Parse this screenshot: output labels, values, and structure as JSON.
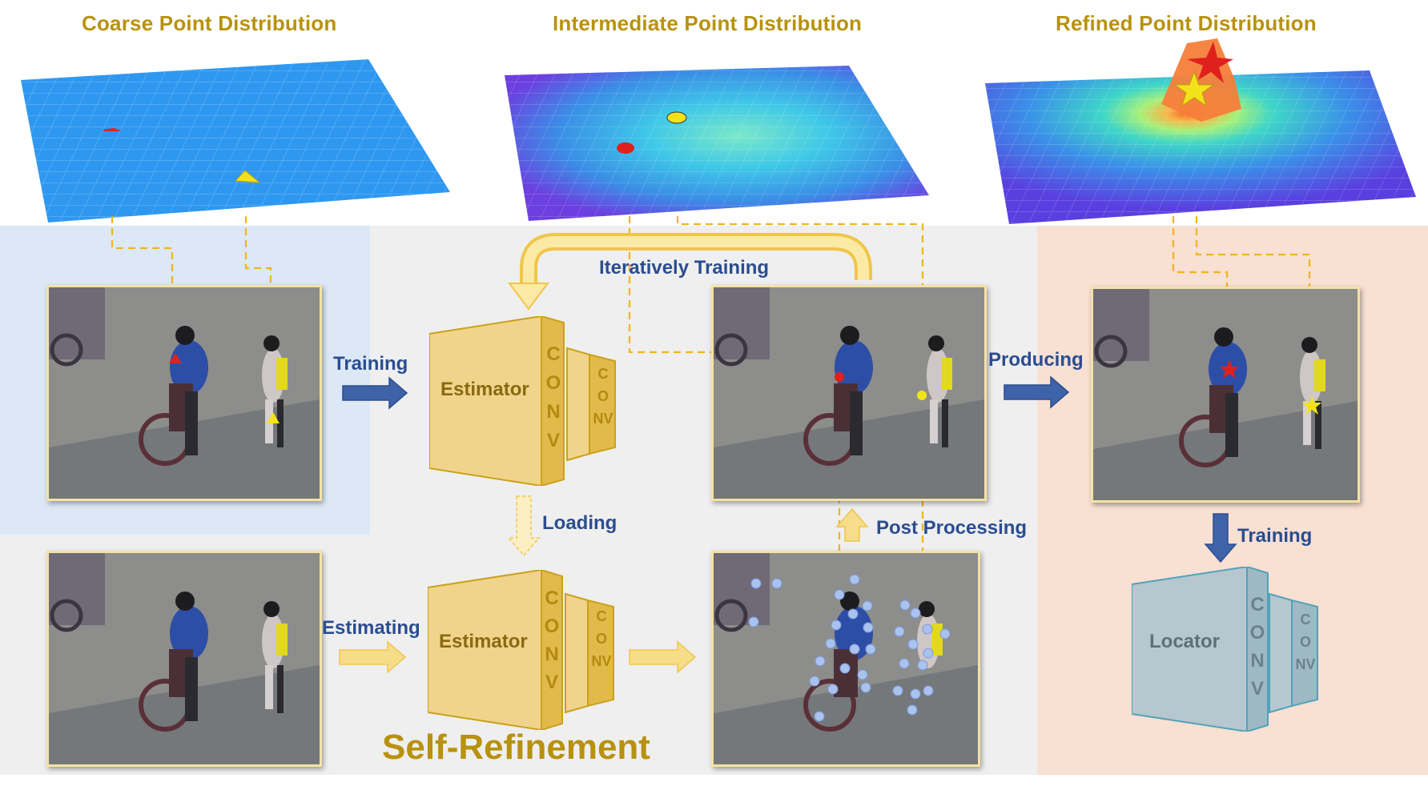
{
  "titles": {
    "coarse": "Coarse Point Distribution",
    "intermediate": "Intermediate Point Distribution",
    "refined": "Refined Point Distribution"
  },
  "labels": {
    "training_top": "Training",
    "iteratively_training": "Iteratively Training",
    "loading": "Loading",
    "estimating": "Estimating",
    "post_processing": "Post Processing",
    "producing": "Producing",
    "training_locator": "Training",
    "self_refinement": "Self-Refinement"
  },
  "networks": {
    "estimator_top": {
      "name": "Estimator",
      "conv1": "CONV",
      "conv2": "CONV"
    },
    "estimator_bottom": {
      "name": "Estimator",
      "conv1": "CONV",
      "conv2": "CONV"
    },
    "locator": {
      "name": "Locator",
      "conv1": "CONV",
      "conv2": "CONV"
    }
  },
  "colors": {
    "title_gold": "#b8920e",
    "label_blue": "#2b4d8f",
    "estimator_fill": "#f0d48c",
    "estimator_edge": "#c9a21a",
    "locator_fill": "#b7c7cf",
    "locator_edge": "#4fa3b8",
    "panel_left": "#dce8f5",
    "panel_mid": "#efeff0",
    "panel_right": "#f8e0d3",
    "arrow_blue": "#3f63a8",
    "arrow_yellow": "#f6dd8a"
  }
}
